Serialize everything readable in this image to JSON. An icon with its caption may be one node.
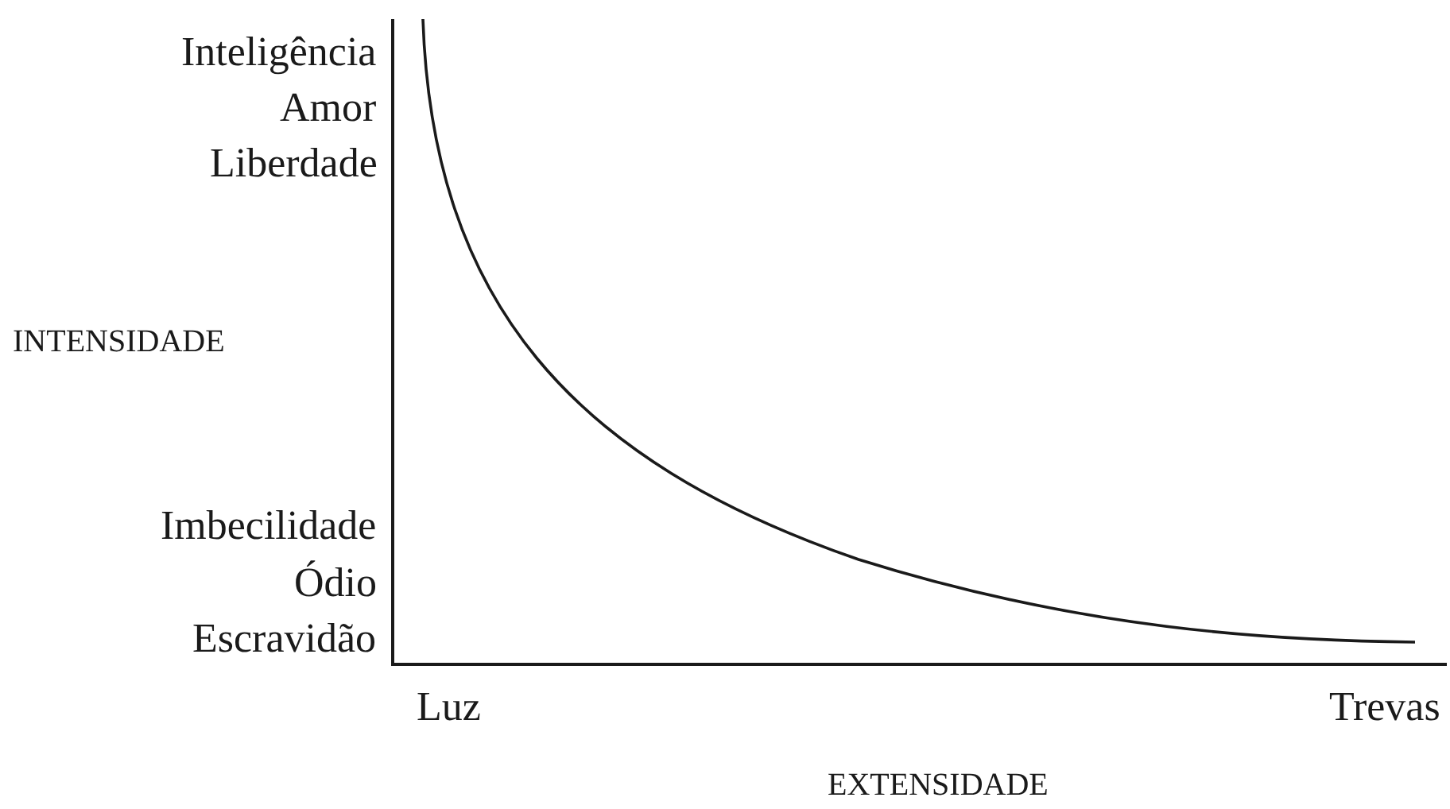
{
  "diagram": {
    "labels": [
      "Inteligência",
      "Amor",
      "Liberdade",
      "INTENSIDADE",
      "Imbecilidade",
      "Ódio",
      "Escravidão",
      "Luz",
      "Trevas",
      "EXTENSIDADE"
    ]
  }
}
